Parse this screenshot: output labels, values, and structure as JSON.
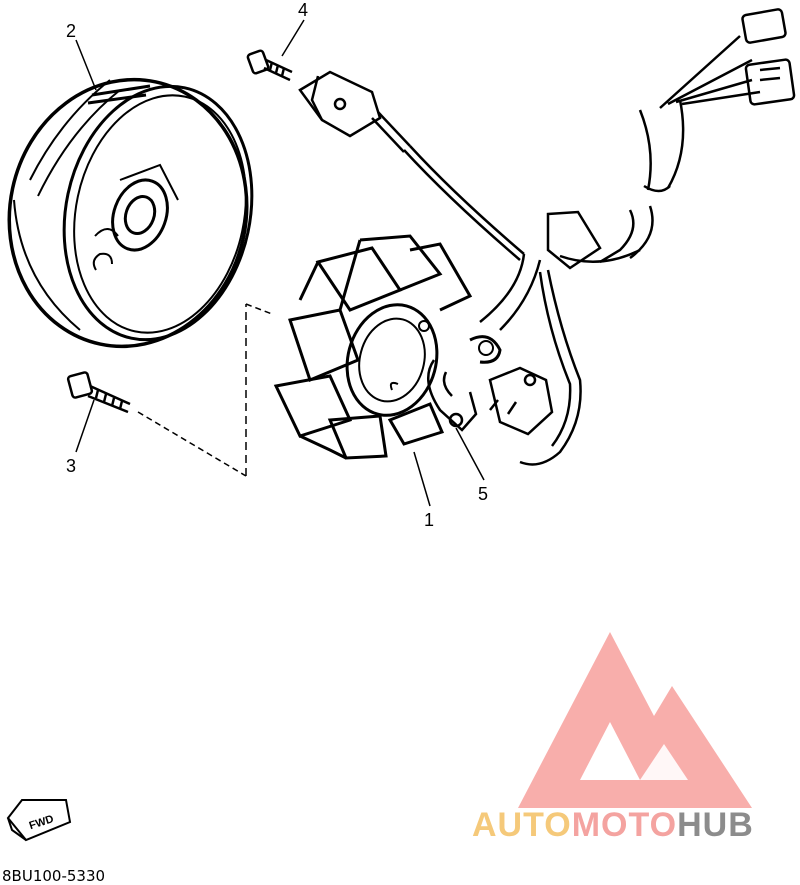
{
  "callouts": {
    "part1": "1",
    "part2": "2",
    "part3": "3",
    "part4": "4",
    "part5": "5"
  },
  "direction_badge": "FWD",
  "diagram_code": "8BU100-5330",
  "watermark": {
    "word_part1": "AUTO",
    "word_part2": "MOTO",
    "word_part3": "HUB",
    "color_part1": "#f5c97a",
    "color_part2": "#f4a3a0",
    "color_part3": "#8c8c8c",
    "logo_color": "#f7a09c"
  }
}
